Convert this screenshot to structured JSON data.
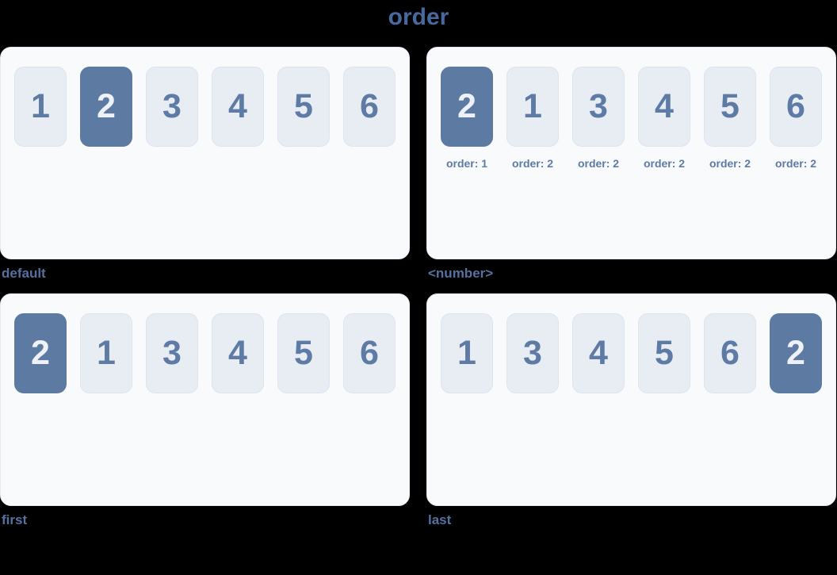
{
  "title": "order",
  "colors": {
    "page_background": "#000000",
    "title_text": "#4a68a0",
    "panel_background": "#f8fafc",
    "panel_border": "#e4eaf2",
    "item_background": "#e8edf4",
    "item_border": "#dde4ef",
    "item_text": "#5d7ba5",
    "highlight_background": "#5d7aa2",
    "highlight_text": "#eef2f8",
    "label_text": "#54719f"
  },
  "panels": [
    {
      "label": "default",
      "items": [
        {
          "num": "1",
          "highlight": false
        },
        {
          "num": "2",
          "highlight": true
        },
        {
          "num": "3",
          "highlight": false
        },
        {
          "num": "4",
          "highlight": false
        },
        {
          "num": "5",
          "highlight": false
        },
        {
          "num": "6",
          "highlight": false
        }
      ]
    },
    {
      "label": "<number>",
      "items": [
        {
          "num": "2",
          "highlight": true,
          "order_label": "order: 1"
        },
        {
          "num": "1",
          "highlight": false,
          "order_label": "order: 2"
        },
        {
          "num": "3",
          "highlight": false,
          "order_label": "order: 2"
        },
        {
          "num": "4",
          "highlight": false,
          "order_label": "order: 2"
        },
        {
          "num": "5",
          "highlight": false,
          "order_label": "order: 2"
        },
        {
          "num": "6",
          "highlight": false,
          "order_label": "order: 2"
        }
      ]
    },
    {
      "label": "first",
      "items": [
        {
          "num": "2",
          "highlight": true
        },
        {
          "num": "1",
          "highlight": false
        },
        {
          "num": "3",
          "highlight": false
        },
        {
          "num": "4",
          "highlight": false
        },
        {
          "num": "5",
          "highlight": false
        },
        {
          "num": "6",
          "highlight": false
        }
      ]
    },
    {
      "label": "last",
      "items": [
        {
          "num": "1",
          "highlight": false
        },
        {
          "num": "3",
          "highlight": false
        },
        {
          "num": "4",
          "highlight": false
        },
        {
          "num": "5",
          "highlight": false
        },
        {
          "num": "6",
          "highlight": false
        },
        {
          "num": "2",
          "highlight": true
        }
      ]
    }
  ]
}
